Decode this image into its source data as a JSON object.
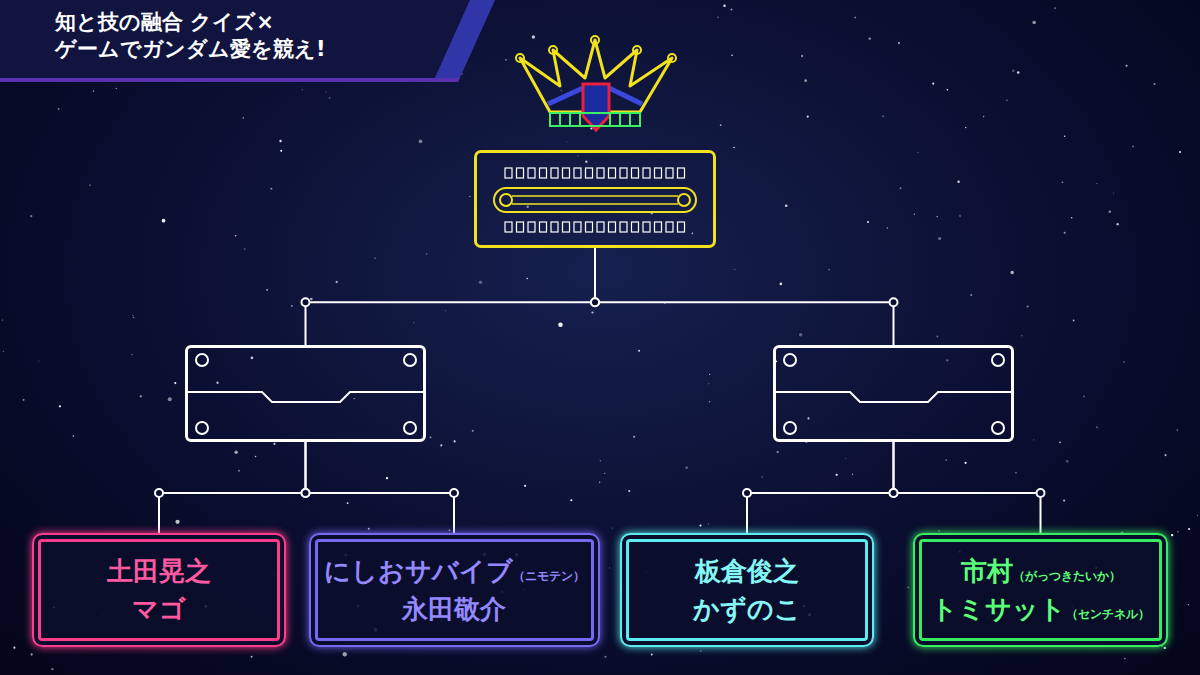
{
  "diagram": {
    "title": "知と技の融合 クイズ×ゲームでガンダム愛を競え!",
    "nodes": [
      {
        "text": []
      },
      {
        "text": []
      },
      {
        "text": []
      },
      {
        "text": [
          "土田晃之",
          "マゴ"
        ]
      },
      {
        "text": [
          "にしおサバイブ",
          "（ニモテン）",
          "永田敬介"
        ]
      },
      {
        "text": [
          "板倉俊之",
          "かずのこ"
        ]
      },
      {
        "text": [
          "市村",
          "（がっつきたいか）",
          "トミサット",
          "（センチネル）"
        ]
      }
    ],
    "edges": [
      {
        "from": 3,
        "to": 1,
        "arrow": "none"
      },
      {
        "from": 4,
        "to": 1,
        "arrow": "none"
      },
      {
        "from": 5,
        "to": 2,
        "arrow": "none"
      },
      {
        "from": 6,
        "to": 2,
        "arrow": "none"
      },
      {
        "from": 1,
        "to": 0,
        "arrow": "none"
      },
      {
        "from": 2,
        "to": 0,
        "arrow": "none"
      }
    ]
  }
}
